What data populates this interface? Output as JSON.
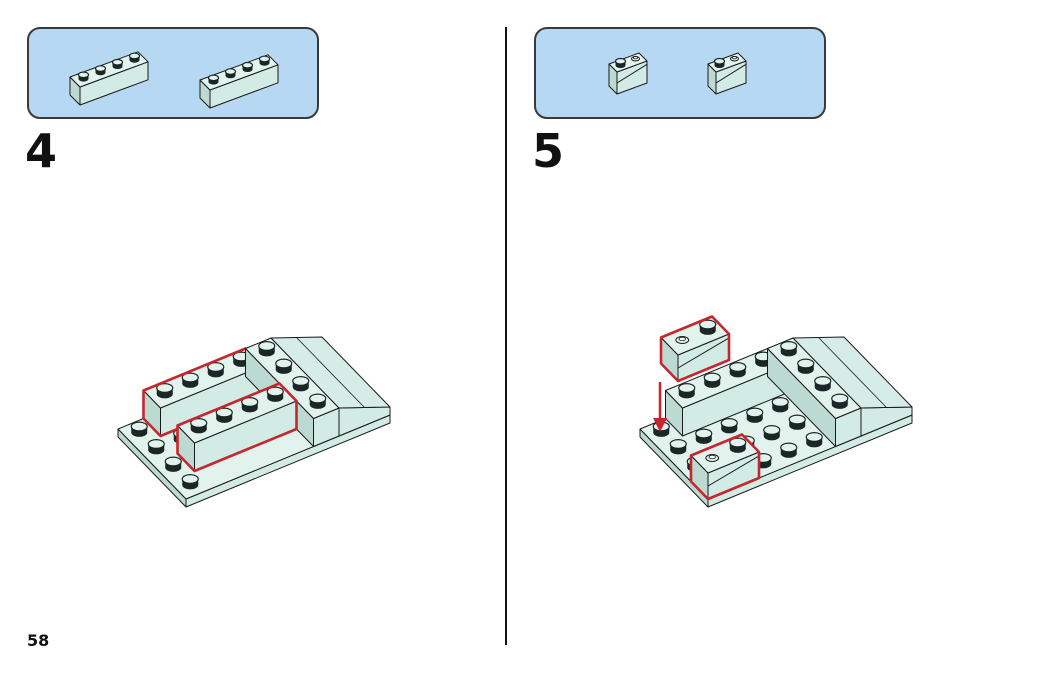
{
  "steps": [
    {
      "number": "4"
    },
    {
      "number": "5"
    }
  ],
  "page_number": "58",
  "colors": {
    "callout_bg": "#b6d8f2",
    "brick_top": "#e2f3ee",
    "brick_front": "#d2ebe4",
    "brick_side": "#bcdad2",
    "stud": "#1b2626",
    "outline": "#1a1a1a",
    "highlight": "#c8262e"
  }
}
